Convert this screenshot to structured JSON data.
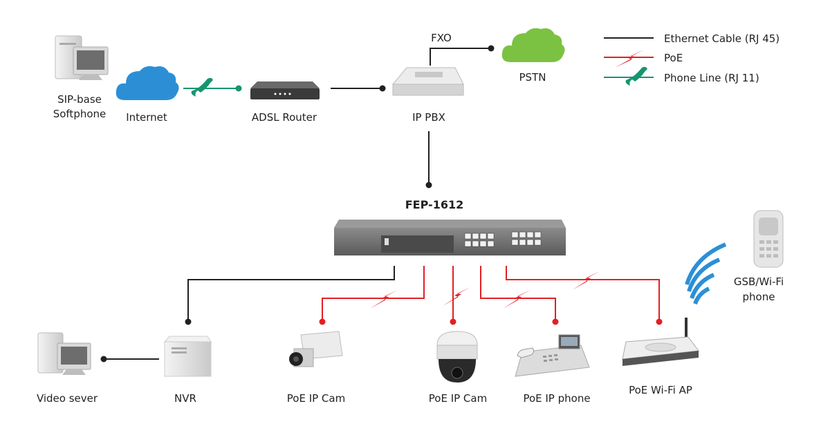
{
  "title": "FEP-1612",
  "colors": {
    "ethernet": "#231f20",
    "poe": "#e31e24",
    "phone": "#16956f",
    "cloud_internet": "#2c8fd6",
    "cloud_pstn": "#7cc242",
    "wifi": "#2c8fd6"
  },
  "legend": [
    {
      "label": "Ethernet Cable (RJ 45)",
      "icon": "ethernet-line"
    },
    {
      "label": "PoE",
      "icon": "poe-bolt-icon"
    },
    {
      "label": "Phone Line (RJ 11)",
      "icon": "phone-handset-icon"
    }
  ],
  "nodes": {
    "softphone": {
      "line1": "SIP-base",
      "line2": "Softphone",
      "icon": "computer-icon"
    },
    "internet": {
      "label": "Internet",
      "icon": "cloud-icon"
    },
    "adsl": {
      "label": "ADSL Router",
      "icon": "router-icon"
    },
    "pbx": {
      "label": "IP PBX",
      "icon": "pbx-icon"
    },
    "fxo": {
      "label": "FXO"
    },
    "pstn": {
      "label": "PSTN",
      "icon": "cloud-icon"
    },
    "video": {
      "label": "Video sever",
      "icon": "computer-icon"
    },
    "nvr": {
      "label": "NVR",
      "icon": "nvr-icon"
    },
    "cam1": {
      "label": "PoE IP Cam",
      "icon": "box-camera-icon"
    },
    "cam2": {
      "label": "PoE IP Cam",
      "icon": "dome-camera-icon"
    },
    "ipphone": {
      "label": "PoE IP phone",
      "icon": "ip-phone-icon"
    },
    "ap": {
      "label": "PoE Wi-Fi AP",
      "icon": "access-point-icon"
    },
    "mobile": {
      "line1": "GSB/Wi-Fi",
      "line2": "phone",
      "icon": "mobile-phone-icon"
    }
  }
}
